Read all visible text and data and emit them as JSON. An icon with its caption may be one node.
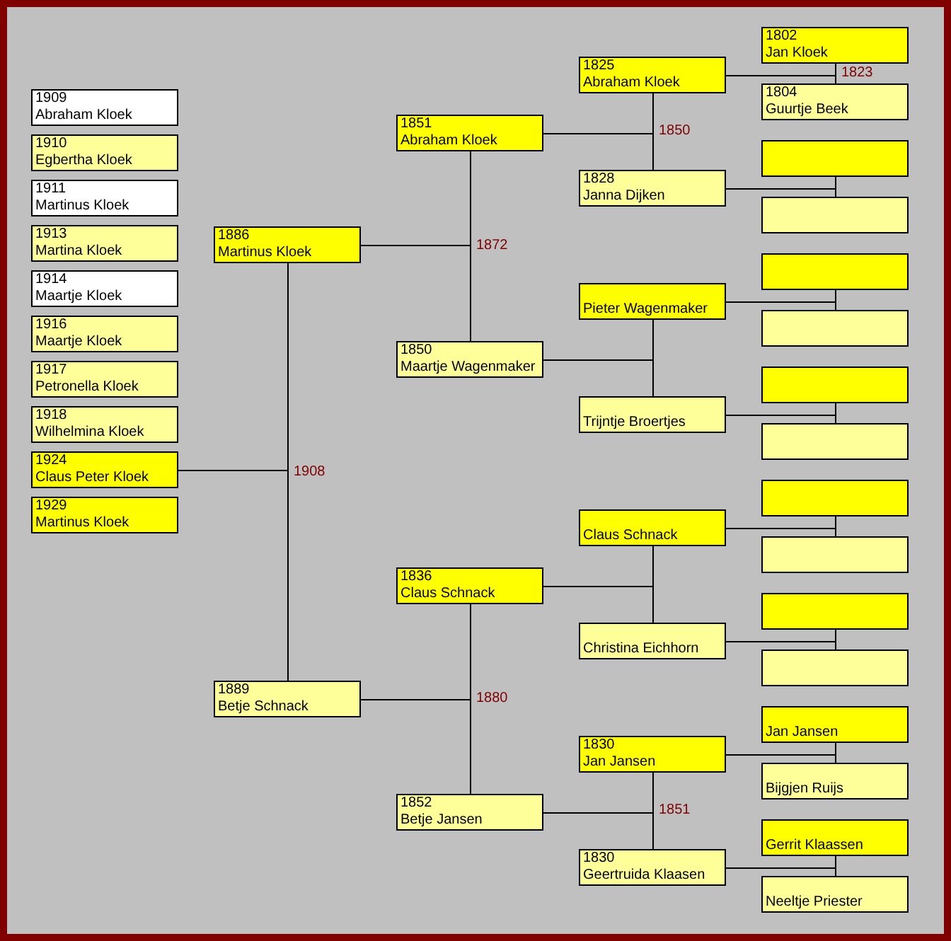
{
  "diagram": {
    "nodes": [
      {
        "text": [
          "1909",
          "Abraham Kloek"
        ]
      },
      {
        "text": [
          "1910",
          "Egbertha Kloek"
        ]
      },
      {
        "text": [
          "1911",
          "Martinus Kloek"
        ]
      },
      {
        "text": [
          "1913",
          "Martina Kloek"
        ]
      },
      {
        "text": [
          "1914",
          "Maartje Kloek"
        ]
      },
      {
        "text": [
          "1916",
          "Maartje Kloek"
        ]
      },
      {
        "text": [
          "1917",
          "Petronella Kloek"
        ]
      },
      {
        "text": [
          "1918",
          "Wilhelmina Kloek"
        ]
      },
      {
        "text": [
          "1924",
          "Claus Peter Kloek"
        ]
      },
      {
        "text": [
          "1929",
          "Martinus Kloek"
        ]
      },
      {
        "text": [
          "1886",
          "Martinus Kloek"
        ]
      },
      {
        "text": [
          "1889",
          "Betje Schnack"
        ]
      },
      {
        "text": [
          "1851",
          "Abraham Kloek"
        ]
      },
      {
        "text": [
          "1850",
          "Maartje Wagenmaker"
        ]
      },
      {
        "text": [
          "1836",
          "Claus Schnack"
        ]
      },
      {
        "text": [
          "1852",
          "Betje Jansen"
        ]
      },
      {
        "text": [
          "1825",
          "Abraham Kloek"
        ]
      },
      {
        "text": [
          "1828",
          "Janna Dijken"
        ]
      },
      {
        "text": [
          "Pieter Wagenmaker"
        ]
      },
      {
        "text": [
          "Trijntje Broertjes"
        ]
      },
      {
        "text": [
          "Claus Schnack"
        ]
      },
      {
        "text": [
          "Christina Eichhorn"
        ]
      },
      {
        "text": [
          "1830",
          "Jan Jansen"
        ]
      },
      {
        "text": [
          "1830",
          "Geertruida Klaasen"
        ]
      },
      {
        "text": [
          "1802",
          "Jan Kloek"
        ]
      },
      {
        "text": [
          "1804",
          "Guurtje Beek"
        ]
      },
      {
        "text": [],
        "shape": "box"
      },
      {
        "text": [],
        "shape": "box"
      },
      {
        "text": [],
        "shape": "box"
      },
      {
        "text": [],
        "shape": "box"
      },
      {
        "text": [],
        "shape": "box"
      },
      {
        "text": [],
        "shape": "box"
      },
      {
        "text": [],
        "shape": "box"
      },
      {
        "text": [],
        "shape": "box"
      },
      {
        "text": [],
        "shape": "box"
      },
      {
        "text": [],
        "shape": "box"
      },
      {
        "text": [
          "Jan Jansen"
        ]
      },
      {
        "text": [
          "Bijgjen Ruijs"
        ]
      },
      {
        "text": [
          "Gerrit Klaassen"
        ]
      },
      {
        "text": [
          "Neeltje Priester"
        ]
      }
    ],
    "edges": [
      {
        "from": 10,
        "to": 11,
        "arrow": "none",
        "label": "1908"
      },
      {
        "from": 8,
        "to": 10,
        "arrow": "none"
      },
      {
        "from": 8,
        "to": 11,
        "arrow": "none"
      },
      {
        "from": 12,
        "to": 13,
        "arrow": "none",
        "label": "1872"
      },
      {
        "from": 10,
        "to": 12,
        "arrow": "none"
      },
      {
        "from": 10,
        "to": 13,
        "arrow": "none"
      },
      {
        "from": 14,
        "to": 15,
        "arrow": "none",
        "label": "1880"
      },
      {
        "from": 11,
        "to": 14,
        "arrow": "none"
      },
      {
        "from": 11,
        "to": 15,
        "arrow": "none"
      },
      {
        "from": 16,
        "to": 17,
        "arrow": "none",
        "label": "1850"
      },
      {
        "from": 12,
        "to": 16,
        "arrow": "none"
      },
      {
        "from": 12,
        "to": 17,
        "arrow": "none"
      },
      {
        "from": 18,
        "to": 19,
        "arrow": "none"
      },
      {
        "from": 13,
        "to": 18,
        "arrow": "none"
      },
      {
        "from": 13,
        "to": 19,
        "arrow": "none"
      },
      {
        "from": 20,
        "to": 21,
        "arrow": "none"
      },
      {
        "from": 14,
        "to": 20,
        "arrow": "none"
      },
      {
        "from": 14,
        "to": 21,
        "arrow": "none"
      },
      {
        "from": 22,
        "to": 23,
        "arrow": "none",
        "label": "1851"
      },
      {
        "from": 15,
        "to": 22,
        "arrow": "none"
      },
      {
        "from": 15,
        "to": 23,
        "arrow": "none"
      },
      {
        "from": 24,
        "to": 25,
        "arrow": "none",
        "label": "1823"
      },
      {
        "from": 16,
        "to": 24,
        "arrow": "none"
      },
      {
        "from": 16,
        "to": 25,
        "arrow": "none"
      },
      {
        "from": 26,
        "to": 27,
        "arrow": "none"
      },
      {
        "from": 17,
        "to": 26,
        "arrow": "none"
      },
      {
        "from": 17,
        "to": 27,
        "arrow": "none"
      },
      {
        "from": 28,
        "to": 29,
        "arrow": "none"
      },
      {
        "from": 18,
        "to": 28,
        "arrow": "none"
      },
      {
        "from": 18,
        "to": 29,
        "arrow": "none"
      },
      {
        "from": 30,
        "to": 31,
        "arrow": "none"
      },
      {
        "from": 19,
        "to": 30,
        "arrow": "none"
      },
      {
        "from": 19,
        "to": 31,
        "arrow": "none"
      },
      {
        "from": 32,
        "to": 33,
        "arrow": "none"
      },
      {
        "from": 20,
        "to": 32,
        "arrow": "none"
      },
      {
        "from": 20,
        "to": 33,
        "arrow": "none"
      },
      {
        "from": 34,
        "to": 35,
        "arrow": "none"
      },
      {
        "from": 21,
        "to": 34,
        "arrow": "none"
      },
      {
        "from": 21,
        "to": 35,
        "arrow": "none"
      },
      {
        "from": 36,
        "to": 37,
        "arrow": "none"
      },
      {
        "from": 22,
        "to": 36,
        "arrow": "none"
      },
      {
        "from": 22,
        "to": 37,
        "arrow": "none"
      },
      {
        "from": 38,
        "to": 39,
        "arrow": "none"
      },
      {
        "from": 23,
        "to": 38,
        "arrow": "none"
      },
      {
        "from": 23,
        "to": 39,
        "arrow": "none"
      }
    ]
  }
}
